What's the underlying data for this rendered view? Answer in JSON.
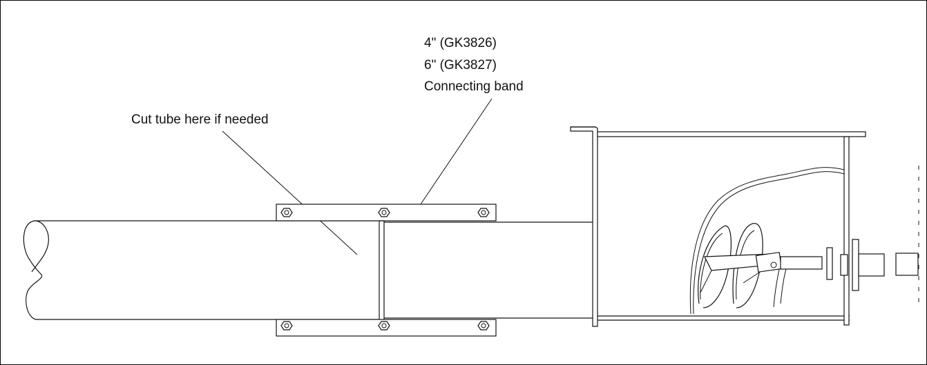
{
  "labels": {
    "band_line_1": "4\" (GK3826)",
    "band_line_2": "6\" (GK3827)",
    "band_line_3": "Connecting band",
    "cut_note": "Cut tube here if needed"
  },
  "colors": {
    "ink": "#111111",
    "background": "#ffffff"
  }
}
